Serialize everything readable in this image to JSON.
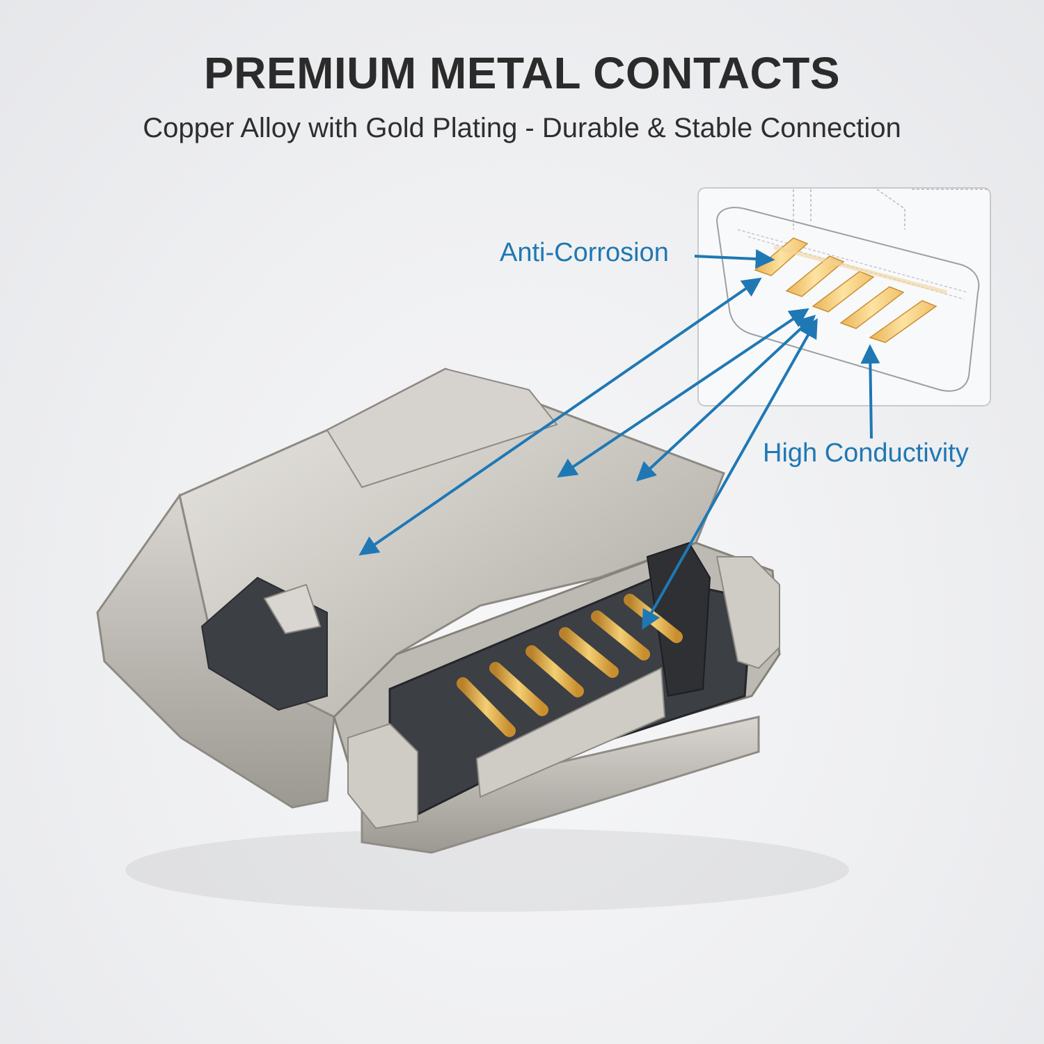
{
  "header": {
    "title": "PREMIUM METAL CONTACTS",
    "subtitle": "Copper Alloy with Gold Plating - Durable & Stable Connection"
  },
  "callouts": {
    "anti_corrosion": "Anti-Corrosion",
    "high_conductivity": "High Conductivity"
  },
  "colors": {
    "accent": "#1f78b4",
    "gold": "#e0a93a",
    "steel": "#c9c6c1",
    "housing": "#3c3f44"
  },
  "connector": {
    "pin_count": 5
  }
}
